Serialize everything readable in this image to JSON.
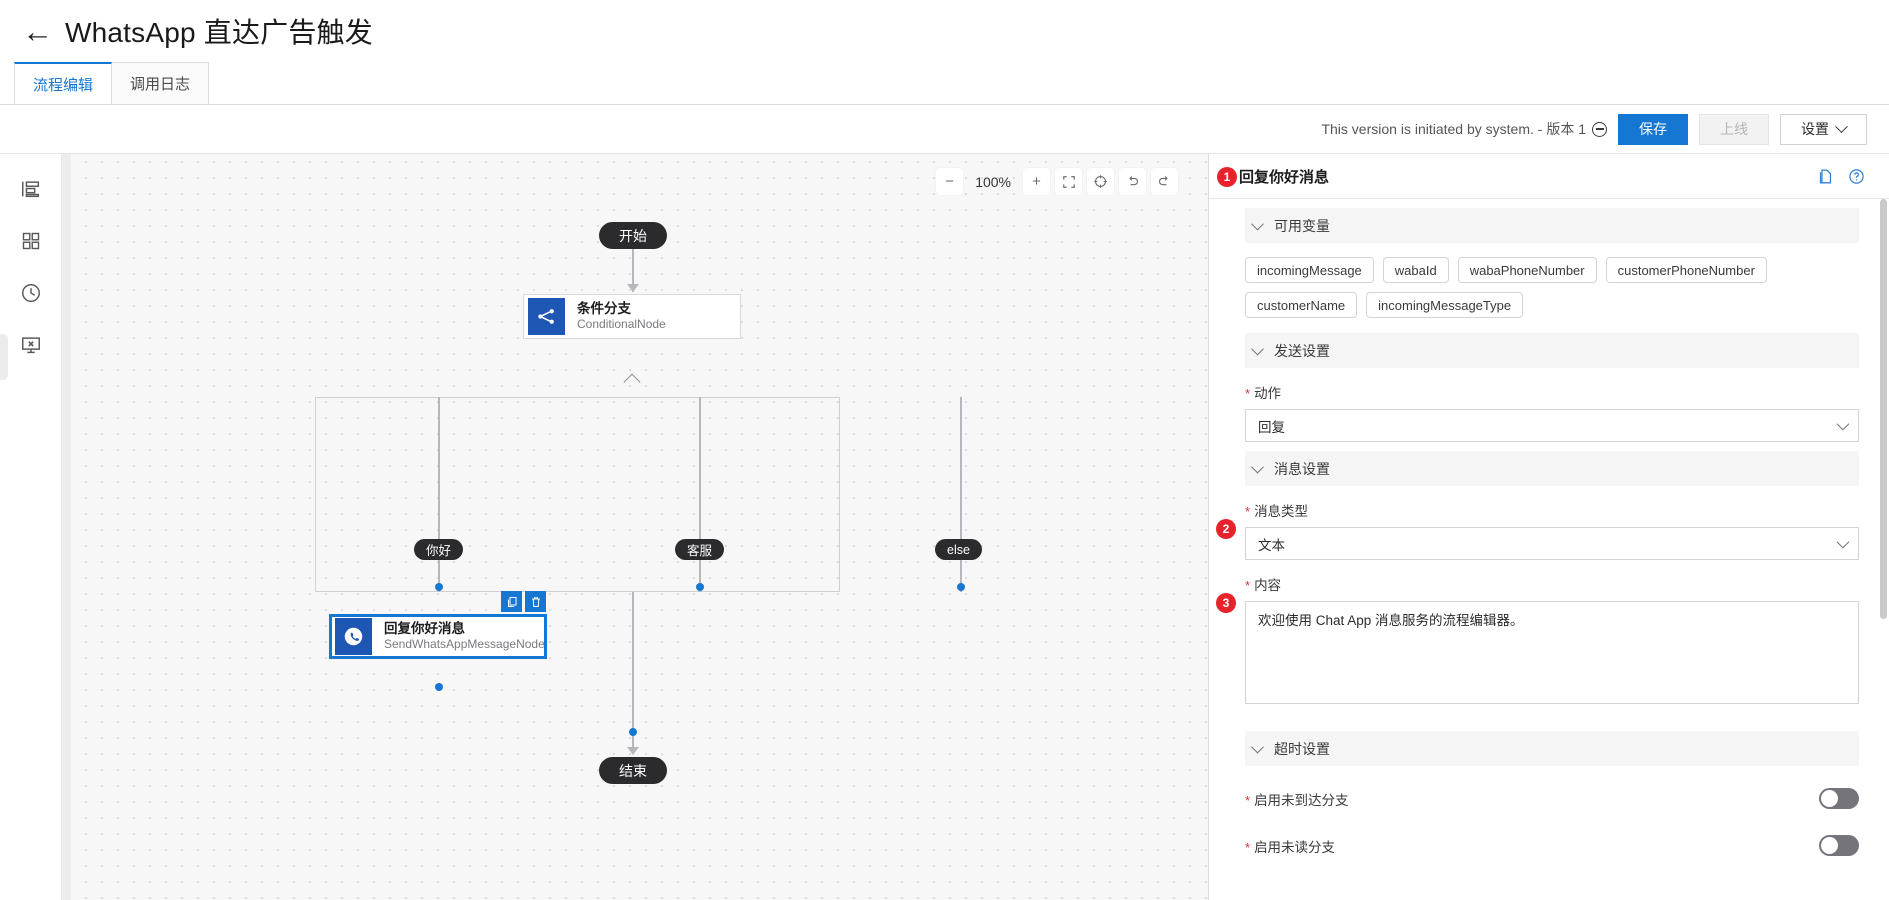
{
  "header": {
    "back_icon": "back-arrow-icon",
    "title": "WhatsApp 直达广告触发"
  },
  "tabs": [
    {
      "label": "流程编辑",
      "active": true
    },
    {
      "label": "调用日志",
      "active": false
    }
  ],
  "toolbar": {
    "version_text": "This version is initiated by system. - 版本 1",
    "save_label": "保存",
    "publish_label": "上线",
    "settings_label": "设置"
  },
  "left_rail": {
    "items": [
      {
        "icon": "outline-list-icon",
        "name": "outline"
      },
      {
        "icon": "grid-components-icon",
        "name": "components"
      },
      {
        "icon": "clock-history-icon",
        "name": "history"
      },
      {
        "icon": "monitor-close-icon",
        "name": "debug"
      }
    ]
  },
  "canvas": {
    "zoom_level": "100%",
    "controls": {
      "zoom_out": "minus-icon",
      "zoom_in": "plus-icon",
      "fit_view": "fit-screen-icon",
      "recenter": "recenter-icon",
      "undo": "undo-icon",
      "redo": "redo-icon"
    },
    "nodes": {
      "start": "开始",
      "end": "结束",
      "conditional": {
        "title": "条件分支",
        "subtitle": "ConditionalNode",
        "icon": "branch-icon"
      },
      "message": {
        "title": "回复你好消息",
        "subtitle": "SendWhatsAppMessageNode",
        "icon": "whatsapp-icon",
        "selected": true
      }
    },
    "branches": [
      {
        "label": "你好"
      },
      {
        "label": "客服"
      },
      {
        "label": "else"
      }
    ],
    "node_actions": {
      "copy": "copy-icon",
      "delete": "trash-icon"
    }
  },
  "panel": {
    "title": "回复你好消息",
    "header_icons": {
      "doc": "document-icon",
      "help": "help-circle-icon"
    },
    "sections": {
      "variables": {
        "title": "可用变量",
        "chips": [
          "incomingMessage",
          "wabaId",
          "wabaPhoneNumber",
          "customerPhoneNumber",
          "customerName",
          "incomingMessageType"
        ]
      },
      "send_settings": {
        "title": "发送设置",
        "action_label": "动作",
        "action_value": "回复"
      },
      "message_settings": {
        "title": "消息设置",
        "msg_type_label": "消息类型",
        "msg_type_value": "文本",
        "content_label": "内容",
        "content_value": "欢迎使用 Chat App 消息服务的流程编辑器。"
      },
      "timeout_settings": {
        "title": "超时设置",
        "undelivered_label": "启用未到达分支",
        "unread_label": "启用未读分支"
      }
    }
  },
  "step_markers": [
    {
      "id": "1",
      "label": "1"
    },
    {
      "id": "2",
      "label": "2"
    },
    {
      "id": "3",
      "label": "3"
    }
  ],
  "colors": {
    "accent": "#1677d2",
    "marker": "#e8222b",
    "node_dark": "#2b2b2e",
    "node_icon_blue": "#1e56b3"
  }
}
